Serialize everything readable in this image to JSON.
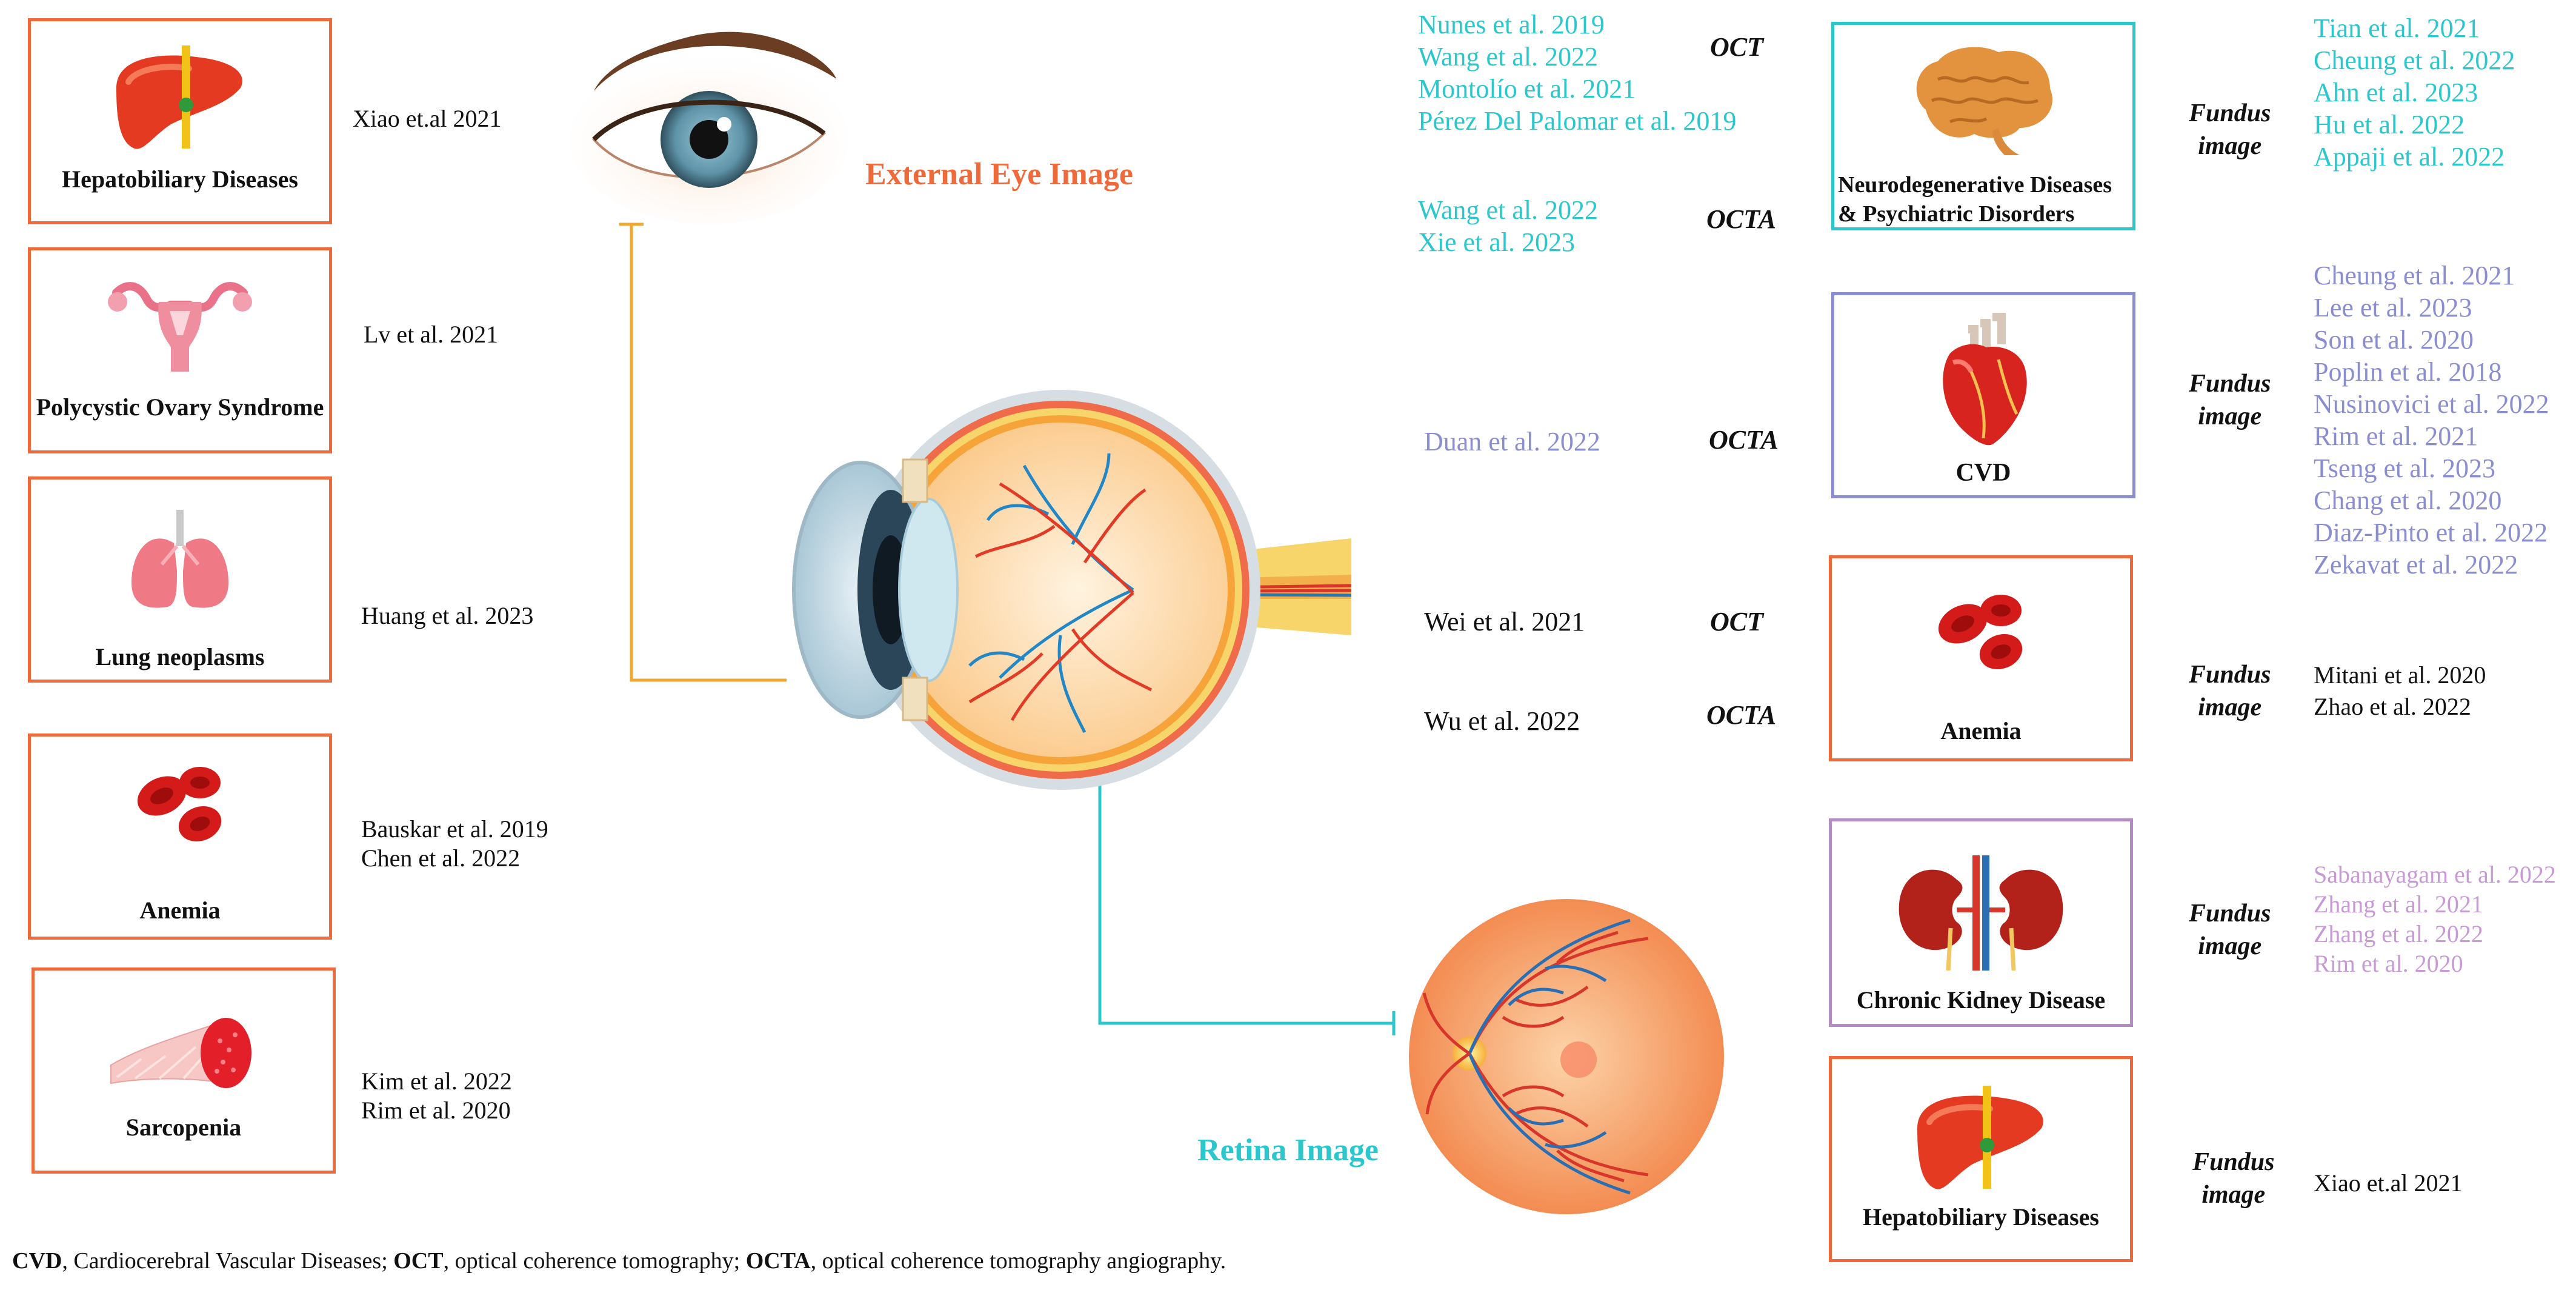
{
  "colors": {
    "orange": "#ef6a3a",
    "teal": "#2cc7cc",
    "blue": "#8a8ed0",
    "purple": "#b48cc4",
    "line_orange": "#f0a830"
  },
  "left_column": [
    {
      "label": "Hepatobiliary Diseases",
      "icon": "liver-icon",
      "refs": [
        "Xiao et.al 2021"
      ]
    },
    {
      "label": "Polycystic Ovary Syndrome",
      "icon": "uterus-icon",
      "refs": [
        "Lv et al. 2021"
      ]
    },
    {
      "label": "Lung neoplasms",
      "icon": "lungs-icon",
      "refs": [
        "Huang et al. 2023"
      ]
    },
    {
      "label": "Anemia",
      "icon": "red-blood-cells-icon",
      "refs": [
        "Bauskar et al. 2019",
        "Chen et al. 2022"
      ]
    },
    {
      "label": "Sarcopenia",
      "icon": "muscle-icon",
      "refs": [
        "Kim et al. 2022",
        "Rim et al. 2020"
      ]
    }
  ],
  "external_eye": {
    "title": "External Eye Image"
  },
  "retina": {
    "title": "Retina Image"
  },
  "middle_groups": [
    {
      "modality": "OCT",
      "refs": [
        "Nunes et al. 2019",
        "Wang et al. 2022",
        "Montolío et al. 2021",
        "Pérez Del Palomar et al. 2019"
      ]
    },
    {
      "modality": "OCTA",
      "refs": [
        "Wang et al. 2022",
        "Xie et al. 2023"
      ]
    },
    {
      "modality": "OCTA",
      "refs": [
        "Duan et al. 2022"
      ]
    },
    {
      "modality": "OCT",
      "refs": [
        "Wei et al. 2021"
      ]
    },
    {
      "modality": "OCTA",
      "refs": [
        "Wu et al. 2022"
      ]
    }
  ],
  "right_column": [
    {
      "label_line1": "Neurodegenerative Diseases",
      "label_line2": "& Psychiatric Disorders",
      "icon": "brain-icon",
      "modality_line1": "Fundus",
      "modality_line2": "image",
      "refs": [
        "Tian et al. 2021",
        "Cheung et al. 2022",
        "Ahn et al. 2023",
        "Hu et al. 2022",
        "Appaji et al. 2022"
      ]
    },
    {
      "label": "CVD",
      "icon": "heart-icon",
      "modality_line1": "Fundus",
      "modality_line2": "image",
      "refs": [
        "Cheung et al. 2021",
        "Lee et al. 2023",
        "Son et al. 2020",
        "Poplin et al. 2018",
        "Nusinovici et al. 2022",
        "Rim et al. 2021",
        "Tseng et al. 2023",
        "Chang et al.  2020",
        "Diaz-Pinto et al. 2022",
        "Zekavat et al. 2022"
      ]
    },
    {
      "label": "Anemia",
      "icon": "red-blood-cells-icon",
      "modality_line1": "Fundus",
      "modality_line2": "image",
      "refs": [
        "Mitani et al. 2020",
        "Zhao et al. 2022"
      ]
    },
    {
      "label": "Chronic Kidney Disease",
      "icon": "kidneys-icon",
      "modality_line1": "Fundus",
      "modality_line2": "image",
      "refs": [
        "Sabanayagam et al. 2022",
        "Zhang et al. 2021",
        "Zhang et al. 2022",
        "Rim et al. 2020"
      ]
    },
    {
      "label": "Hepatobiliary Diseases",
      "icon": "liver-icon",
      "modality_line1": "Fundus",
      "modality_line2": "image",
      "refs": [
        "Xiao et.al 2021"
      ]
    }
  ],
  "footnote": {
    "t1": "CVD",
    "t2": ", Cardiocerebral Vascular Diseases; ",
    "t3": "OCT",
    "t4": ", optical coherence tomography; ",
    "t5": "OCTA",
    "t6": ", optical coherence tomography angiography."
  }
}
